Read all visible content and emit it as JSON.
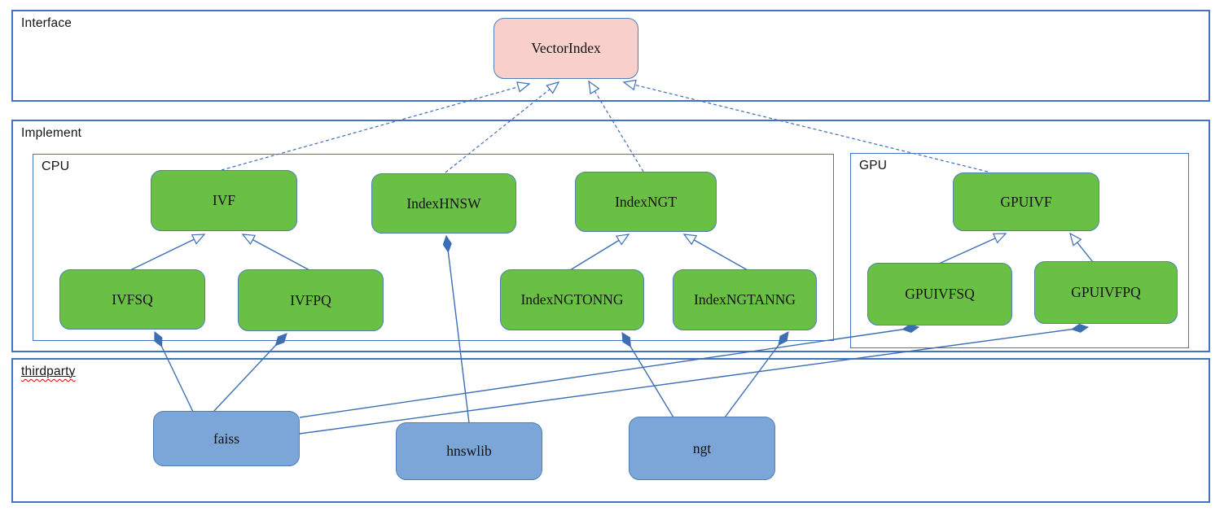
{
  "diagram": {
    "containers": {
      "interface": {
        "label": "Interface"
      },
      "implement": {
        "label": "Implement"
      },
      "cpu": {
        "label": "CPU"
      },
      "gpu": {
        "label": "GPU"
      },
      "thirdparty": {
        "label": "thirdparty"
      }
    },
    "nodes": {
      "vectorindex": {
        "label": "VectorIndex"
      },
      "ivf": {
        "label": "IVF"
      },
      "indexhnsw": {
        "label": "IndexHNSW"
      },
      "indexngt": {
        "label": "IndexNGT"
      },
      "gpuivf": {
        "label": "GPUIVF"
      },
      "ivfsq": {
        "label": "IVFSQ"
      },
      "ivfpq": {
        "label": "IVFPQ"
      },
      "indexngtonng": {
        "label": "IndexNGTONNG"
      },
      "indexngtanng": {
        "label": "IndexNGTANNG"
      },
      "gpuivfsq": {
        "label": "GPUIVFSQ"
      },
      "gpuivfpq": {
        "label": "GPUIVFPQ"
      },
      "faiss": {
        "label": "faiss"
      },
      "hnswlib": {
        "label": "hnswlib"
      },
      "ngt": {
        "label": "ngt"
      }
    },
    "edges": [
      {
        "from": "IVF",
        "to": "VectorIndex",
        "type": "realization"
      },
      {
        "from": "IndexHNSW",
        "to": "VectorIndex",
        "type": "realization"
      },
      {
        "from": "IndexNGT",
        "to": "VectorIndex",
        "type": "realization"
      },
      {
        "from": "GPUIVF",
        "to": "VectorIndex",
        "type": "realization"
      },
      {
        "from": "IVFSQ",
        "to": "IVF",
        "type": "inheritance"
      },
      {
        "from": "IVFPQ",
        "to": "IVF",
        "type": "inheritance"
      },
      {
        "from": "IndexNGTONNG",
        "to": "IndexNGT",
        "type": "inheritance"
      },
      {
        "from": "IndexNGTANNG",
        "to": "IndexNGT",
        "type": "inheritance"
      },
      {
        "from": "GPUIVFSQ",
        "to": "GPUIVF",
        "type": "inheritance"
      },
      {
        "from": "GPUIVFPQ",
        "to": "GPUIVF",
        "type": "inheritance"
      },
      {
        "from": "faiss",
        "to": "IVFSQ",
        "type": "composition"
      },
      {
        "from": "faiss",
        "to": "IVFPQ",
        "type": "composition"
      },
      {
        "from": "faiss",
        "to": "GPUIVFSQ",
        "type": "composition"
      },
      {
        "from": "faiss",
        "to": "GPUIVFPQ",
        "type": "composition"
      },
      {
        "from": "hnswlib",
        "to": "IndexHNSW",
        "type": "composition"
      },
      {
        "from": "ngt",
        "to": "IndexNGTONNG",
        "type": "composition"
      },
      {
        "from": "ngt",
        "to": "IndexNGTANNG",
        "type": "composition"
      }
    ],
    "colors": {
      "interface_node_fill": "#f8cfcb",
      "impl_node_fill": "#6abf45",
      "thirdparty_node_fill": "#7da6d8",
      "container_border": "#4472c4",
      "node_border": "#4e7fb8",
      "connector": "#3d6eb4",
      "spellcheck": "#e00000"
    }
  }
}
